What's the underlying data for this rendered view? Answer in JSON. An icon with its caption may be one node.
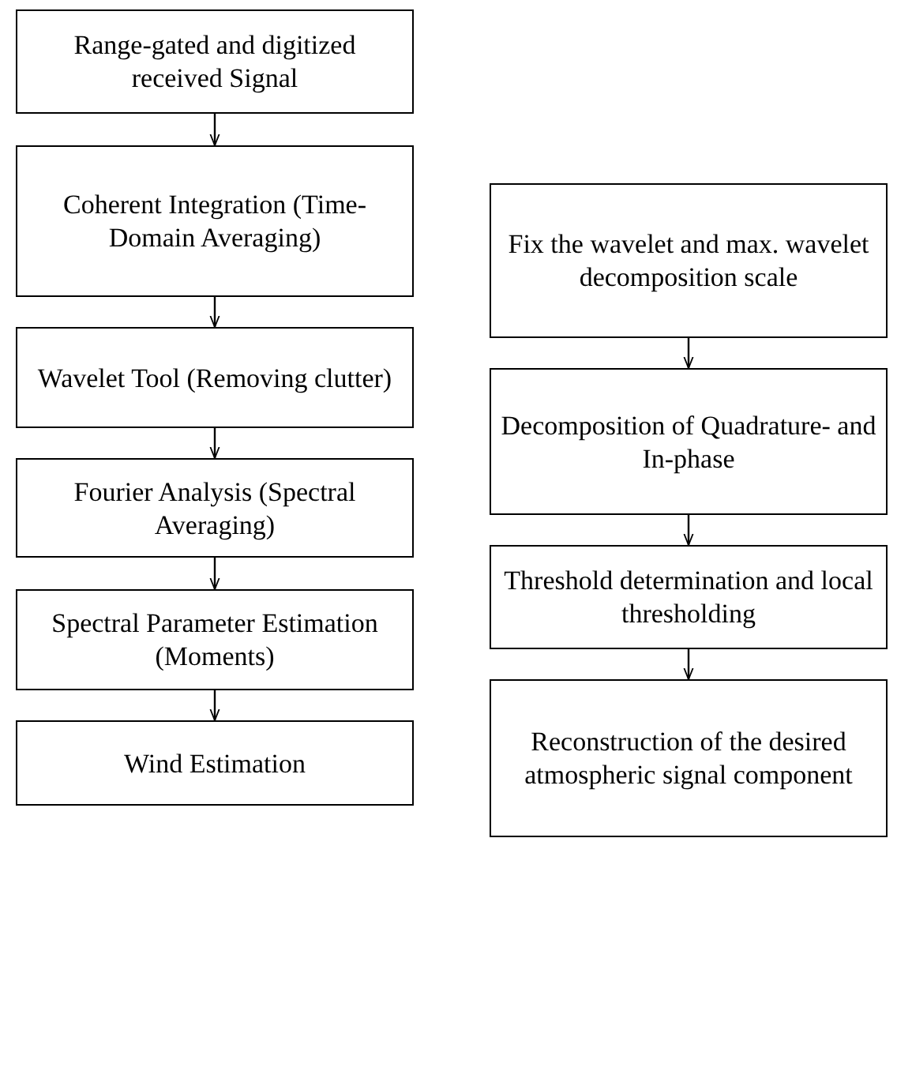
{
  "diagram": {
    "nodes": [
      {
        "text": [
          "Range-gated and digitized received Signal"
        ]
      },
      {
        "text": [
          "Coherent Integration (Time-Domain Averaging)"
        ]
      },
      {
        "text": [
          "Wavelet Tool (Removing clutter)"
        ]
      },
      {
        "text": [
          "Fourier Analysis (Spectral Averaging)"
        ]
      },
      {
        "text": [
          "Spectral Parameter Estimation (Moments)"
        ]
      },
      {
        "text": [
          "Wind Estimation"
        ]
      },
      {
        "text": [
          "Fix the wavelet and max. wavelet decomposition scale"
        ]
      },
      {
        "text": [
          "Decomposition of Quadrature- and In-phase"
        ]
      },
      {
        "text": [
          "Threshold determination and local thresholding"
        ]
      },
      {
        "text": [
          "Reconstruction of the desired atmospheric signal component"
        ]
      }
    ],
    "edges": [
      {
        "from": 0,
        "to": 1,
        "arrow": "to"
      },
      {
        "from": 1,
        "to": 2,
        "arrow": "to"
      },
      {
        "from": 2,
        "to": 3,
        "arrow": "to"
      },
      {
        "from": 3,
        "to": 4,
        "arrow": "to"
      },
      {
        "from": 4,
        "to": 5,
        "arrow": "to"
      },
      {
        "from": 6,
        "to": 7,
        "arrow": "to"
      },
      {
        "from": 7,
        "to": 8,
        "arrow": "to"
      },
      {
        "from": 8,
        "to": 9,
        "arrow": "to"
      }
    ]
  }
}
